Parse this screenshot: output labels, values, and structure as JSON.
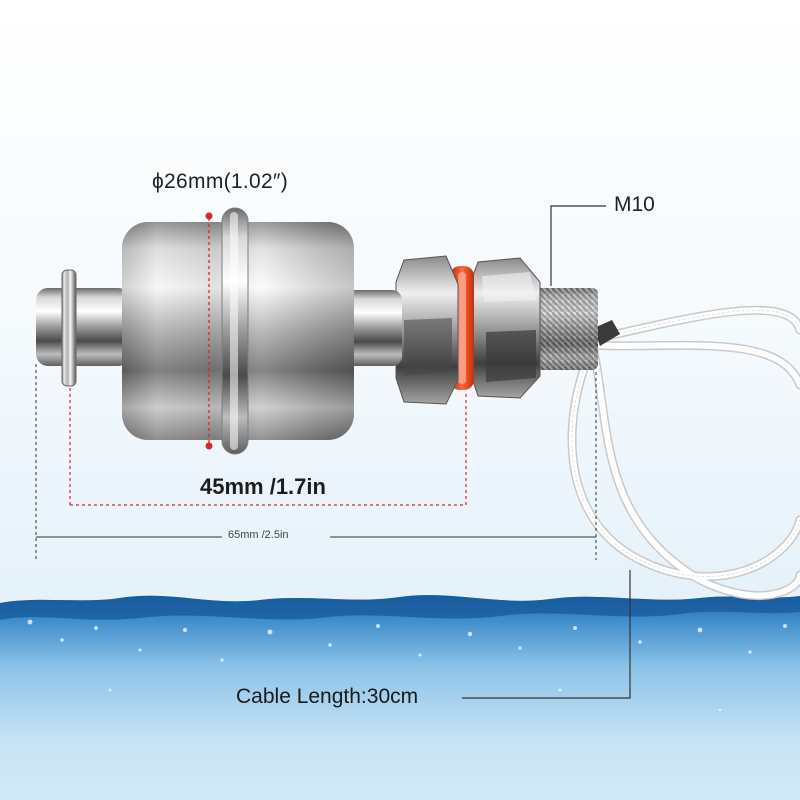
{
  "product": {
    "diameter_label": "ϕ26mm(1.02″)",
    "thread_label": "M10",
    "float_length_label": "45mm /1.7in",
    "total_length_label": "65mm /2.5in",
    "cable_label": "Cable Length:30cm"
  },
  "colors": {
    "background_top": "#ffffff",
    "water_surface": "#1f6fb5",
    "water_deep": "#cfe6f5",
    "steel_light": "#f2f2f2",
    "steel_dark": "#5a5a5a",
    "o_ring": "#e8431c",
    "guide_dot": "#d7262b",
    "guide_line": "#333333",
    "cable": "#ffffff"
  }
}
